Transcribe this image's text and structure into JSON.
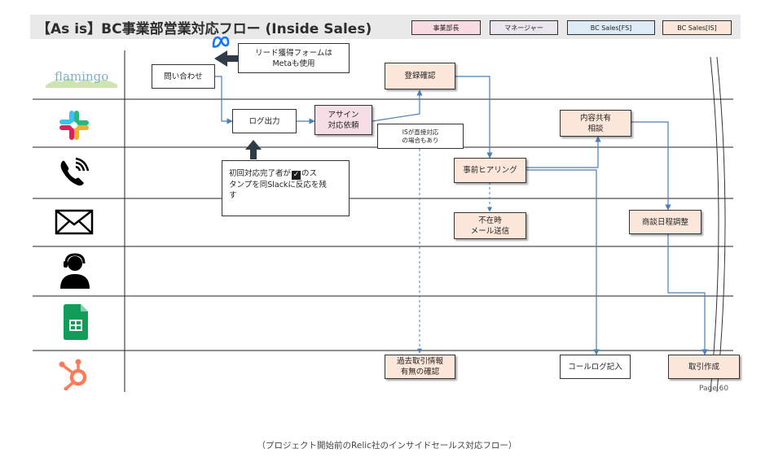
{
  "title": "【As is】BC事業部営業対応フロー (Inside Sales)",
  "legend": [
    {
      "label": "事業部長",
      "color": "#f8dbe3"
    },
    {
      "label": "マネージャー",
      "color": "#ebe5ee"
    },
    {
      "label": "BC Sales[FS]",
      "color": "#dcebf6"
    },
    {
      "label": "BC Sales[IS]",
      "color": "#fde7da"
    }
  ],
  "lanes": [
    {
      "tool": "flamingo",
      "icon": "flamingo-logo"
    },
    {
      "tool": "Slack",
      "icon": "slack-icon"
    },
    {
      "tool": "電話",
      "icon": "phone-icon"
    },
    {
      "tool": "メール",
      "icon": "mail-icon"
    },
    {
      "tool": "オペレーター",
      "icon": "headset-person-icon"
    },
    {
      "tool": "Google Sheets",
      "icon": "sheets-icon"
    },
    {
      "tool": "HubSpot",
      "icon": "hubspot-icon"
    }
  ],
  "flamingo_label": "flamingo",
  "boxes": {
    "inquiry": "問い合わせ",
    "log_output": "ログ出力",
    "assign": "アサイン\n対応依頼",
    "register_check": "登録確認",
    "pre_hearing": "事前ヒアリング",
    "absent_mail": "不在時\nメール送信",
    "share": "内容共有\n相談",
    "schedule": "商談日程調整",
    "past_deal": "過去取引情報\n有無の確認",
    "call_log": "コールログ記入",
    "create_deal": "取引作成"
  },
  "callouts": {
    "lead_form": "リード獲得フォームは\nMetaも使用",
    "stamp_note_before": "初回対応完了者が",
    "stamp_note_after": "のス\nタンプを同Slackに反応を残\nす",
    "is_direct": "ISが直接対応\nの場合もあり"
  },
  "meta_icon": "meta-logo-icon",
  "page_number": "Page.60",
  "caption": "（プロジェクト開始前のRelic社のインサイドセールス対応フロー）"
}
